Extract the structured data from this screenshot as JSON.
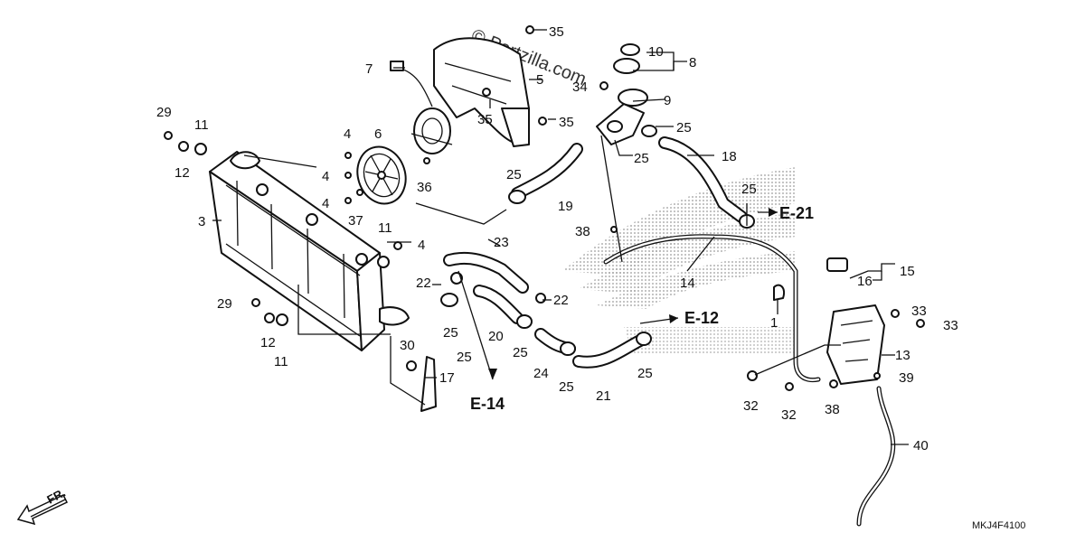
{
  "watermark": "© Partzilla.com",
  "diagram_code": "MKJ4F4100",
  "front_indicator": "FR.",
  "references": [
    "E-21",
    "E-12",
    "E-14"
  ],
  "callouts": {
    "c1": "1",
    "c3": "3",
    "c4a": "4",
    "c4b": "4",
    "c4c": "4",
    "c4d": "4",
    "c5": "5",
    "c6": "6",
    "c7": "7",
    "c8": "8",
    "c9": "9",
    "c10": "10",
    "c11a": "11",
    "c11b": "11",
    "c11c": "11",
    "c12a": "12",
    "c12b": "12",
    "c13": "13",
    "c14": "14",
    "c15": "15",
    "c16": "16",
    "c17": "17",
    "c18": "18",
    "c19": "19",
    "c20": "20",
    "c21": "21",
    "c22a": "22",
    "c22b": "22",
    "c23": "23",
    "c24": "24",
    "c25a": "25",
    "c25b": "25",
    "c25c": "25",
    "c25d": "25",
    "c25e": "25",
    "c25f": "25",
    "c25g": "25",
    "c25h": "25",
    "c25i": "25",
    "c29a": "29",
    "c29b": "29",
    "c30": "30",
    "c32a": "32",
    "c32b": "32",
    "c33a": "33",
    "c33b": "33",
    "c34": "34",
    "c35a": "35",
    "c35b": "35",
    "c35c": "35",
    "c36": "36",
    "c37": "37",
    "c38a": "38",
    "c38b": "38",
    "c39": "39",
    "c40": "40"
  },
  "colors": {
    "line": "#111111",
    "background": "#ffffff",
    "logo_dots": "#9a9a9a"
  }
}
